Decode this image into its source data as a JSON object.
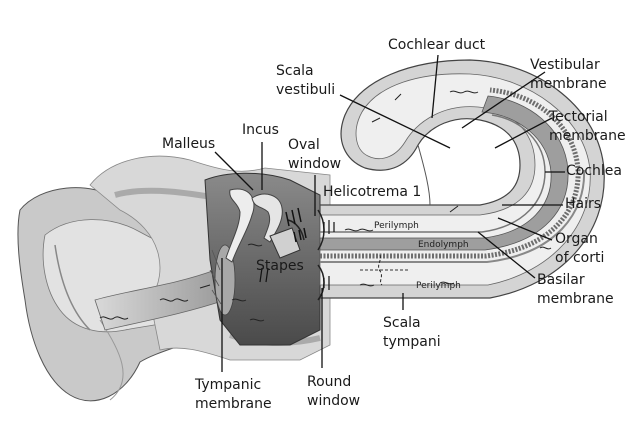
{
  "labels": {
    "cochlear_duct": "Cochlear duct",
    "scala_vestibuli": "Scala\nvestibuli",
    "vestibular_membrane": "Vestibular\nmembrane",
    "tectorial_membrane": "Tectorial\nmembrane",
    "cochlea": "Cochlea",
    "hairs": "Hairs",
    "organ_of_corti": "Organ\nof corti",
    "basilar_membrane": "Basilar\nmembrane",
    "malleus": "Malleus",
    "incus": "Incus",
    "oval_window": "Oval\nwindow",
    "helicotrema": "Helicotrema 1",
    "stapes": "Stapes",
    "perilymph_upper": "Perilymph",
    "endolymph": "Endolymph",
    "perilymph_lower": "Perilymph",
    "scala_tympani": "Scala\ntympani",
    "tympanic_membrane": "Tympanic\nmembrane",
    "round_window": "Round\nwindow"
  },
  "colors": {
    "tissue_light": "#d6d6d6",
    "tissue_mid": "#a9a9a9",
    "tissue_dark": "#5e5e5e",
    "fluid": "#ececec",
    "line": "#111111"
  }
}
